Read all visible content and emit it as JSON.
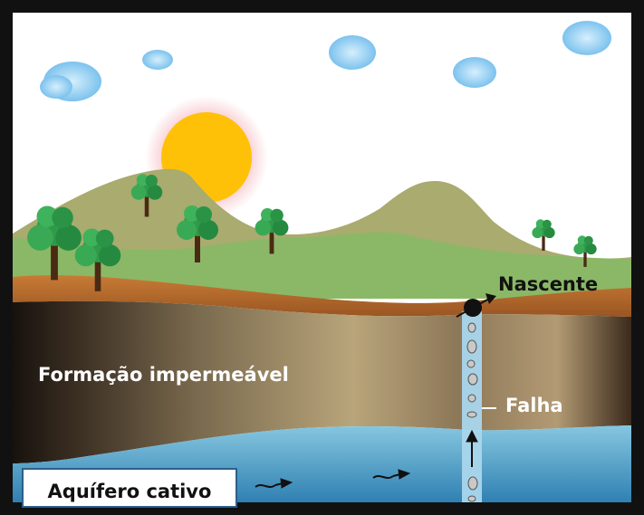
{
  "labels": {
    "nascente": "Nascente",
    "formacao": "Formação impermeável",
    "falha": "Falha",
    "aquifero": "Aquífero cativo"
  },
  "colors": {
    "sky": "#ffffff",
    "frame": "#111111",
    "sun": "#ffc107",
    "sun_glow": "#f7c2c8",
    "cloud": "#8ecdf2",
    "hills_far": "#a9ab6f",
    "hills_near": "#89b864",
    "soil": "#b96a2c",
    "rock_light": "#b8a277",
    "rock_dark": "#1a1510",
    "water_top": "#7fc3de",
    "water_bottom": "#2f7fb0",
    "fault": "#a9d6ec",
    "tree_foliage": "#2e9a4a",
    "tree_trunk": "#4a2a14"
  },
  "icons": [
    "cloud-icon",
    "sun-icon",
    "tree-icon",
    "flow-arrow-icon",
    "spring-icon",
    "pebble-icon"
  ]
}
